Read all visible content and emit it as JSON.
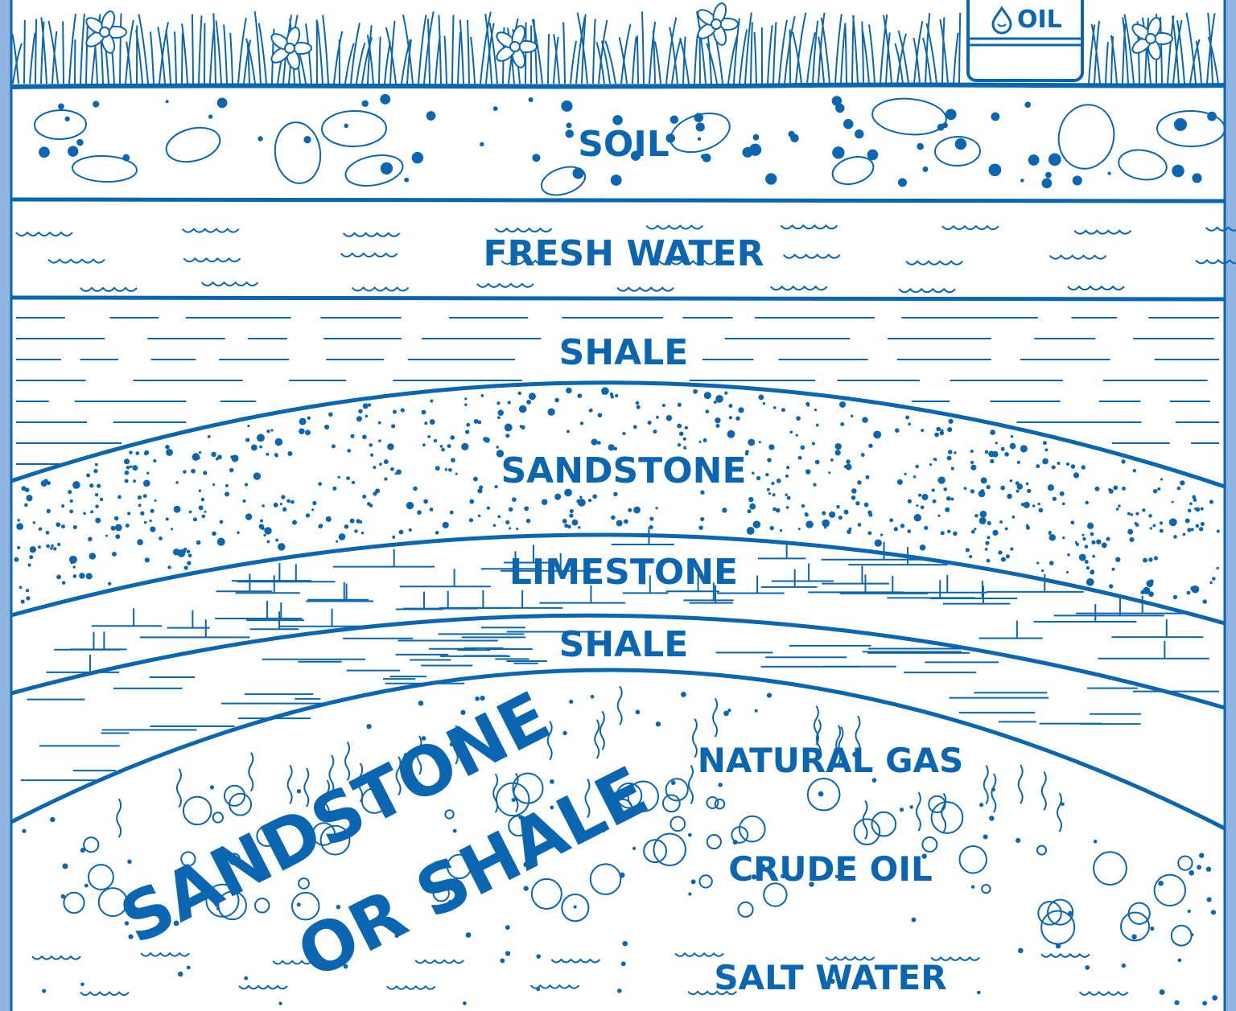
{
  "colors": {
    "ink": "#0a66b0",
    "frame": "#8fb4df",
    "paper": "#ffffff"
  },
  "barrel": {
    "label": "OIL",
    "icon": "oil-drop-icon"
  },
  "layers": [
    {
      "id": "soil",
      "label": "SOIL"
    },
    {
      "id": "fresh-water",
      "label": "FRESH WATER"
    },
    {
      "id": "shale-upper",
      "label": "SHALE"
    },
    {
      "id": "sandstone",
      "label": "SANDSTONE"
    },
    {
      "id": "limestone",
      "label": "LIMESTONE"
    },
    {
      "id": "shale-lower",
      "label": "SHALE"
    }
  ],
  "reservoir": {
    "title_line1": "SANDSTONE",
    "title_line2": "OR SHALE",
    "natural_gas": "NATURAL GAS",
    "crude_oil": "CRUDE OIL",
    "salt_water": "SALT WATER"
  },
  "icons": [
    "grass-icon",
    "flower-icon",
    "rock-icon",
    "wave-icon",
    "bubble-icon",
    "gas-wisp-icon",
    "oil-barrel-icon"
  ]
}
